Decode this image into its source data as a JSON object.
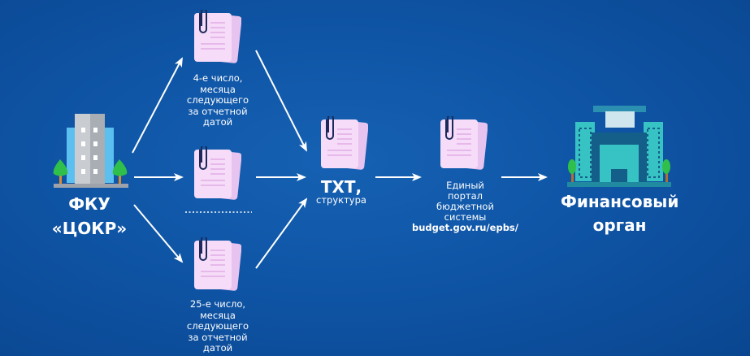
{
  "source": {
    "line1": "ФКУ",
    "line2": "«ЦОКР»"
  },
  "report_top": {
    "lines": [
      "4-е число,",
      "месяца",
      "следующего",
      "за отчетной",
      "датой"
    ]
  },
  "report_bottom": {
    "lines": [
      "25-е число,",
      "месяца",
      "следующего",
      "за отчетной",
      "датой"
    ]
  },
  "txt": {
    "title": "ТХТ,",
    "subtitle": "структура"
  },
  "portal": {
    "lines": [
      "Единый",
      "портал",
      "бюджетной",
      "системы"
    ],
    "url": "budget.gov.ru/epbs/"
  },
  "target": {
    "line1": "Финансовый",
    "line2": "орган"
  },
  "colors": {
    "background": "#0f55a6",
    "doc": "#f4d9f7",
    "doc_back": "#e6c4ef",
    "clip": "#1b2a5a",
    "building_left": "#b9bcc2",
    "building_right": "#37c3c3",
    "tree": "#2fbf4a"
  }
}
